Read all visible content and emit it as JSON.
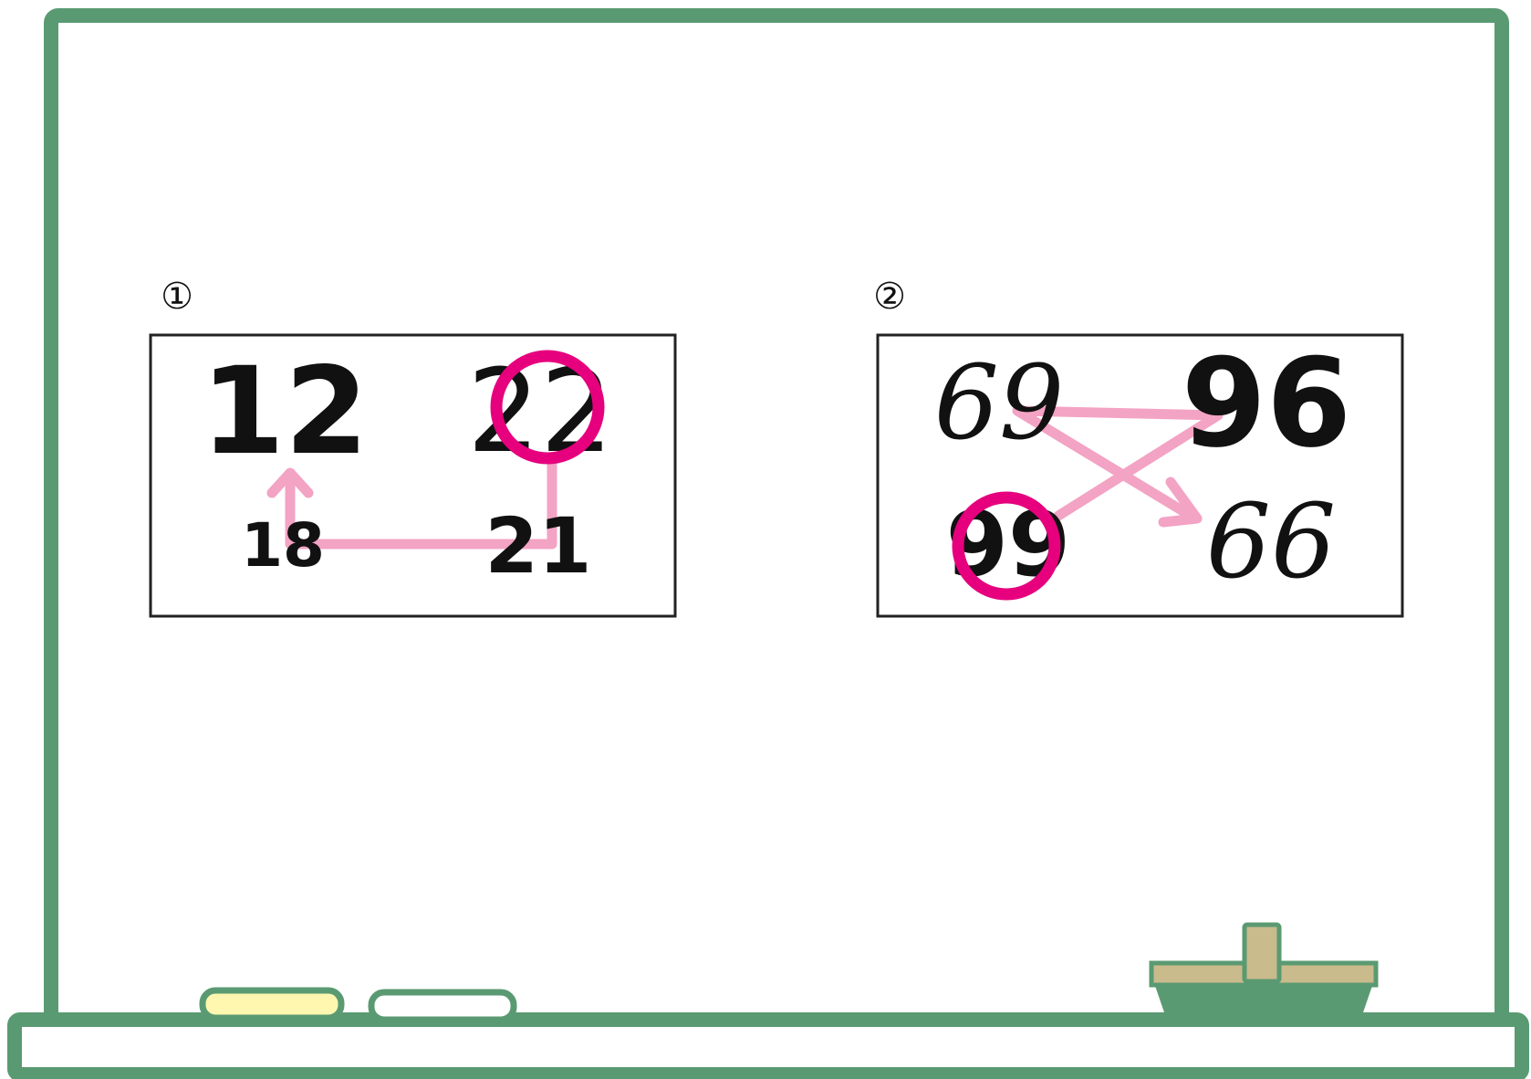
{
  "colors": {
    "board_frame": "#5a9a72",
    "eraser_fill": "#c9bb8c",
    "chalk_yellow": "#fff7b0",
    "chalk_white": "#ffffff",
    "path_pink": "#f3a3c4",
    "circle_magenta": "#e6007e",
    "ink": "#111111"
  },
  "panels": [
    {
      "label": "①",
      "numbers": {
        "top_left": "12",
        "top_right": "22",
        "bottom_left": "18",
        "bottom_right": "21"
      },
      "circled": "22"
    },
    {
      "label": "②",
      "numbers": {
        "top_left": "69",
        "top_right": "96",
        "bottom_left": "99",
        "bottom_right": "66"
      },
      "circled": "99"
    }
  ]
}
